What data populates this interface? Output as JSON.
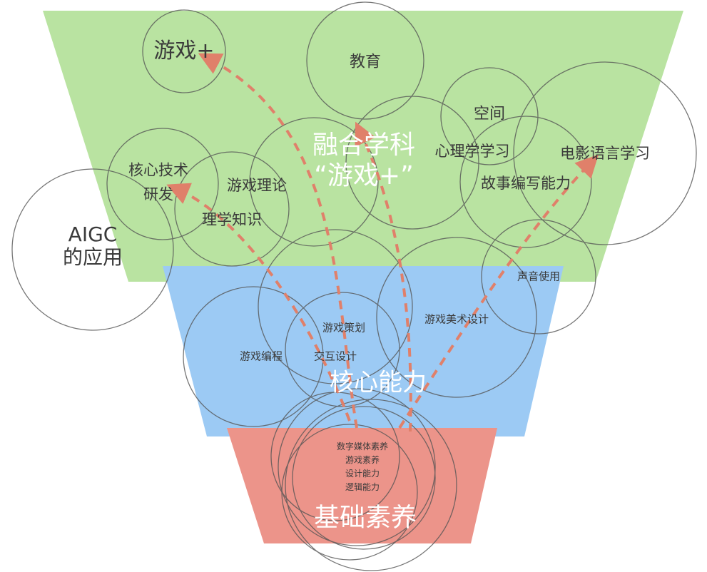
{
  "layers": [
    {
      "title": "融合学科\n“游戏+”",
      "color": "#b9e3a1"
    },
    {
      "title": "核心能力",
      "color": "#9ccaf4"
    },
    {
      "title": "基础素养",
      "color": "#ec948a"
    }
  ],
  "nodes": {
    "game_plus": "游戏+",
    "education": "教育",
    "space": "空间",
    "film": "电影语言学习",
    "psychology": "心理学学习",
    "game_theory": "游戏理论",
    "story": "故事编写能力",
    "core_tech": "核心技术\n研发",
    "science": "理学知识",
    "aigc": "AIGC\n的应用",
    "sound": "声音使用",
    "game_design": "游戏策划",
    "game_art": "游戏美术设计",
    "programming": "游戏编程",
    "interaction": "交互设计",
    "digital_media": "数字媒体素养",
    "game_literacy": "游戏素养",
    "design_ability": "设计能力",
    "logic": "逻辑能力"
  },
  "colors": {
    "arrow": "#e0806a",
    "circle": "#555555"
  }
}
